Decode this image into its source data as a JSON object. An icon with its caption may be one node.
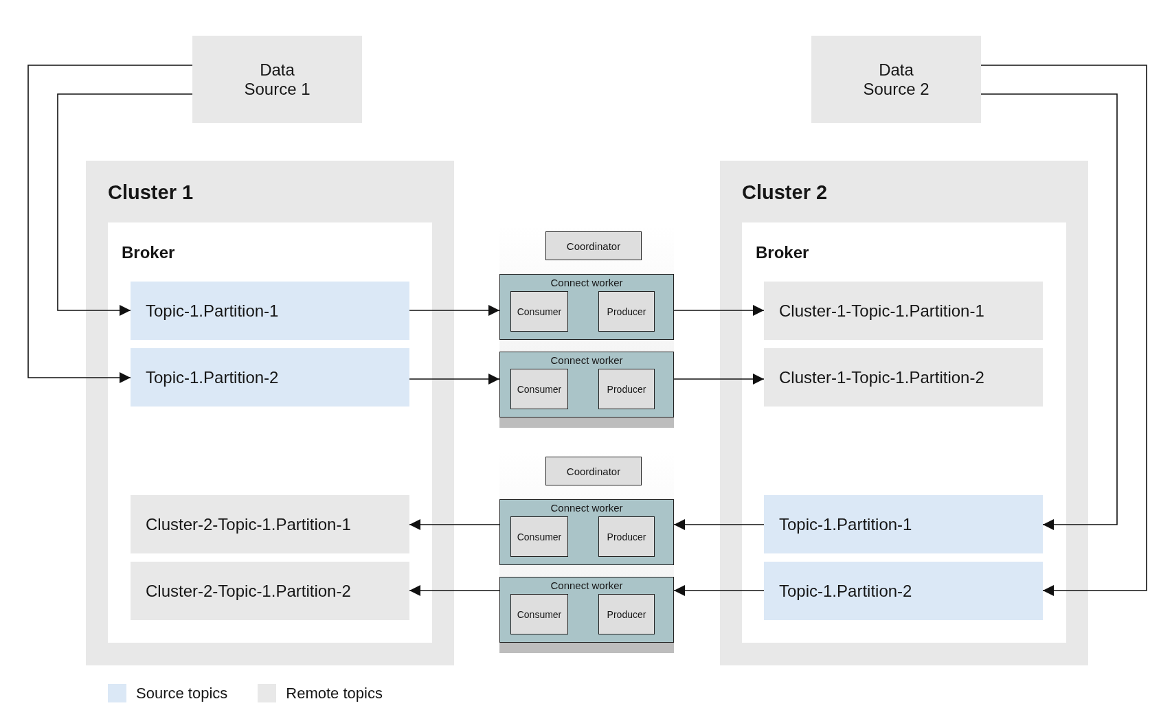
{
  "diagram": {
    "nodes": [
      {
        "text": [
          "Data Source 1"
        ]
      },
      {
        "text": [
          "Data Source 2"
        ]
      },
      {
        "text": [
          "Cluster 1"
        ]
      },
      {
        "text": [
          "Broker"
        ],
        "in": 2
      },
      {
        "text": [
          "Topic-1.Partition-1"
        ],
        "in": 3
      },
      {
        "text": [
          "Topic-1.Partition-2"
        ],
        "in": 3
      },
      {
        "text": [
          "Cluster-2-Topic-1.Partition-1"
        ],
        "in": 3
      },
      {
        "text": [
          "Cluster-2-Topic-1.Partition-2"
        ],
        "in": 3
      },
      {
        "text": [
          "Coordinator"
        ]
      },
      {
        "text": [
          "Connect worker"
        ]
      },
      {
        "text": [
          "Consumer"
        ],
        "in": 9
      },
      {
        "text": [
          "Producer"
        ],
        "in": 9
      },
      {
        "text": [
          "Connect worker"
        ]
      },
      {
        "text": [
          "Consumer"
        ],
        "in": 12
      },
      {
        "text": [
          "Producer"
        ],
        "in": 12
      },
      {
        "text": [
          "Coordinator"
        ]
      },
      {
        "text": [
          "Connect worker"
        ]
      },
      {
        "text": [
          "Consumer"
        ],
        "in": 16
      },
      {
        "text": [
          "Producer"
        ],
        "in": 16
      },
      {
        "text": [
          "Connect worker"
        ]
      },
      {
        "text": [
          "Consumer"
        ],
        "in": 19
      },
      {
        "text": [
          "Producer"
        ],
        "in": 19
      },
      {
        "text": [
          "Cluster 2"
        ]
      },
      {
        "text": [
          "Broker"
        ],
        "in": 22
      },
      {
        "text": [
          "Cluster-1-Topic-1.Partition-1"
        ],
        "in": 23
      },
      {
        "text": [
          "Cluster-1-Topic-1.Partition-2"
        ],
        "in": 23
      },
      {
        "text": [
          "Topic-1.Partition-1"
        ],
        "in": 23
      },
      {
        "text": [
          "Topic-1.Partition-2"
        ],
        "in": 23
      }
    ],
    "edges": [
      {
        "from": 0,
        "to": 5,
        "arrow": "to"
      },
      {
        "from": 0,
        "to": 4,
        "arrow": "to"
      },
      {
        "from": 4,
        "to": 9,
        "arrow": "to"
      },
      {
        "from": 5,
        "to": 12,
        "arrow": "to"
      },
      {
        "from": 9,
        "to": 24,
        "arrow": "to"
      },
      {
        "from": 12,
        "to": 25,
        "arrow": "to"
      },
      {
        "from": 1,
        "to": 26,
        "arrow": "to"
      },
      {
        "from": 1,
        "to": 27,
        "arrow": "to"
      },
      {
        "from": 26,
        "to": 16,
        "arrow": "to"
      },
      {
        "from": 27,
        "to": 19,
        "arrow": "to"
      },
      {
        "from": 16,
        "to": 6,
        "arrow": "to"
      },
      {
        "from": 19,
        "to": 7,
        "arrow": "to"
      }
    ],
    "legend": [
      {
        "text": "Source topics",
        "color": "#dbe8f6"
      },
      {
        "text": "Remote topics",
        "color": "#e8e8e8"
      }
    ]
  }
}
